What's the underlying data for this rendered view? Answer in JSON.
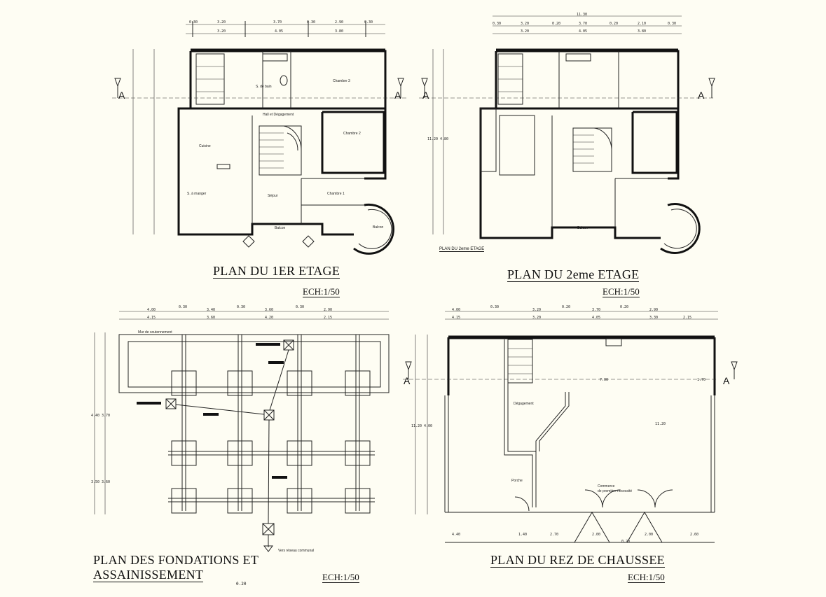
{
  "plans": [
    {
      "id": "p1",
      "title": "PLAN DU 1ER ETAGE",
      "scale": "ECH:1/50"
    },
    {
      "id": "p2",
      "title": "PLAN DU 2eme ETAGE",
      "scale": "ECH:1/50",
      "note": "PLAN DU 2eme ETAGE"
    },
    {
      "id": "p3",
      "title_line1": "PLAN DES FONDATIONS ET",
      "title_line2": "ASSAINISSEMENT",
      "scale": "ECH:1/50"
    },
    {
      "id": "p4",
      "title": "PLAN DU REZ DE CHAUSSEE",
      "scale": "ECH:1/50"
    }
  ],
  "section_marker": "A",
  "rooms_p1": {
    "bath": "S. de bain",
    "hall": "Hall et Dégagement",
    "ch3": "Chambre 3",
    "ch2": "Chambre 2",
    "ch1": "Chambre 1",
    "kitchen": "Cuisine",
    "dining": "S. à manger",
    "living": "Séjour",
    "balcony": "Balcon",
    "balcony2": "Balcon"
  },
  "rooms_p2": {
    "balcony": "Balcon"
  },
  "labels_p3": {
    "wall": "Mur de soutennement",
    "sewer": "Vers réseau communal"
  },
  "rooms_p4": {
    "corridor": "Dégagement",
    "porch": "Porche",
    "shop_line1": "Commerce",
    "shop_line2": "de première nécessité"
  },
  "dims": {
    "p1_top1": [
      "0.30",
      "3.20",
      "3.70",
      "0.30",
      "2.90",
      "0.30"
    ],
    "p1_top2": [
      "3.20",
      "4.05",
      "3.80"
    ],
    "p2_top": "11.30",
    "p2_top1": [
      "0.30",
      "3.20",
      "0.20",
      "3.70",
      "0.20",
      "2.10",
      "0.30"
    ],
    "p2_top2": [
      "3.20",
      "4.05",
      "3.80"
    ],
    "p2_left": "11.20",
    "p2_left2": "4.80",
    "p3_top1": [
      "4.00",
      "0.30",
      "3.40",
      "0.30",
      "3.60",
      "0.30",
      "2.90"
    ],
    "p3_top2": [
      "4.15",
      "3.60",
      "4.20",
      "2.15"
    ],
    "p3_left": [
      "4.40",
      "3.70",
      "3.50",
      "3.60"
    ],
    "p4_top1": [
      "4.00",
      "0.30",
      "3.20",
      "0.20",
      "3.70",
      "0.20",
      "2.90"
    ],
    "p4_top2": [
      "4.15",
      "3.20",
      "4.05",
      "3.30",
      "2.15"
    ],
    "p4_left": "11.20",
    "p4_left2": "4.00",
    "p4_bottom": [
      "4.40",
      "1.40",
      "2.70",
      "2.00",
      "2.00",
      "2.60"
    ],
    "p4_center": "7.00",
    "p4_right": "11.20",
    "p4_small": "1.70",
    "p4_bot_center": "0.20",
    "bottom_extra": "0.20"
  }
}
